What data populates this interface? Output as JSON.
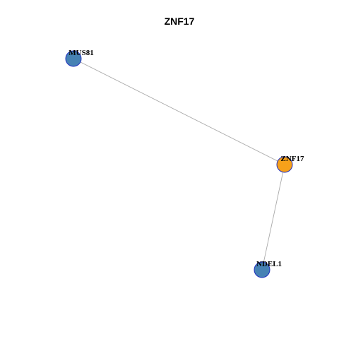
{
  "graph": {
    "title": "ZNF17",
    "colors": {
      "hub": "#f7a11a",
      "neighbor": "#4682b4",
      "node_border": "#1f2fbf",
      "edge": "#aaaaaa"
    },
    "nodes": [
      {
        "id": "MUS81",
        "label": "MUS81",
        "role": "neighbor"
      },
      {
        "id": "ZNF17",
        "label": "ZNF17",
        "role": "hub"
      },
      {
        "id": "NDEL1",
        "label": "NDEL1",
        "role": "neighbor"
      }
    ],
    "edges": [
      {
        "source": "MUS81",
        "target": "ZNF17"
      },
      {
        "source": "ZNF17",
        "target": "NDEL1"
      }
    ]
  }
}
